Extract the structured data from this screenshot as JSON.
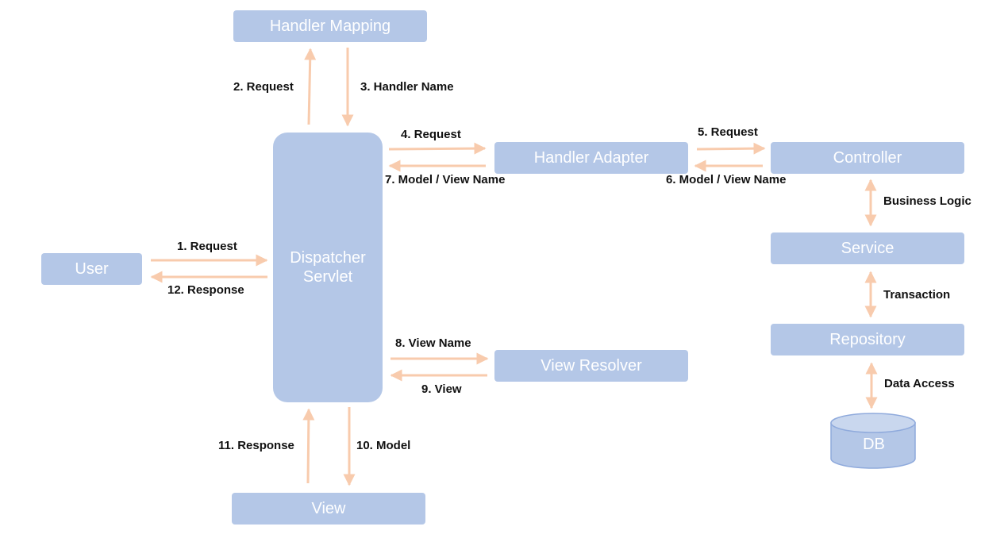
{
  "nodes": {
    "handler_mapping": "Handler Mapping",
    "dispatcher_servlet_line1": "Dispatcher",
    "dispatcher_servlet_line2": "Servlet",
    "handler_adapter": "Handler Adapter",
    "controller": "Controller",
    "service": "Service",
    "repository": "Repository",
    "db": "DB",
    "user": "User",
    "view_resolver": "View Resolver",
    "view": "View"
  },
  "edges": {
    "e1": "1. Request",
    "e2": "2. Request",
    "e3": "3. Handler Name",
    "e4": "4. Request",
    "e5": "5. Request",
    "e6": "6. Model / View Name",
    "e7": "7. Model / View Name",
    "e8": "8. View Name",
    "e9": "9. View",
    "e10": "10. Model",
    "e11": "11. Response",
    "e12": "12. Response",
    "business_logic": "Business Logic",
    "transaction": "Transaction",
    "data_access": "Data Access"
  },
  "colors": {
    "box_fill": "#b4c7e7",
    "arrow": "#f8cbad",
    "label_text": "#111111",
    "box_text": "#ffffff"
  }
}
